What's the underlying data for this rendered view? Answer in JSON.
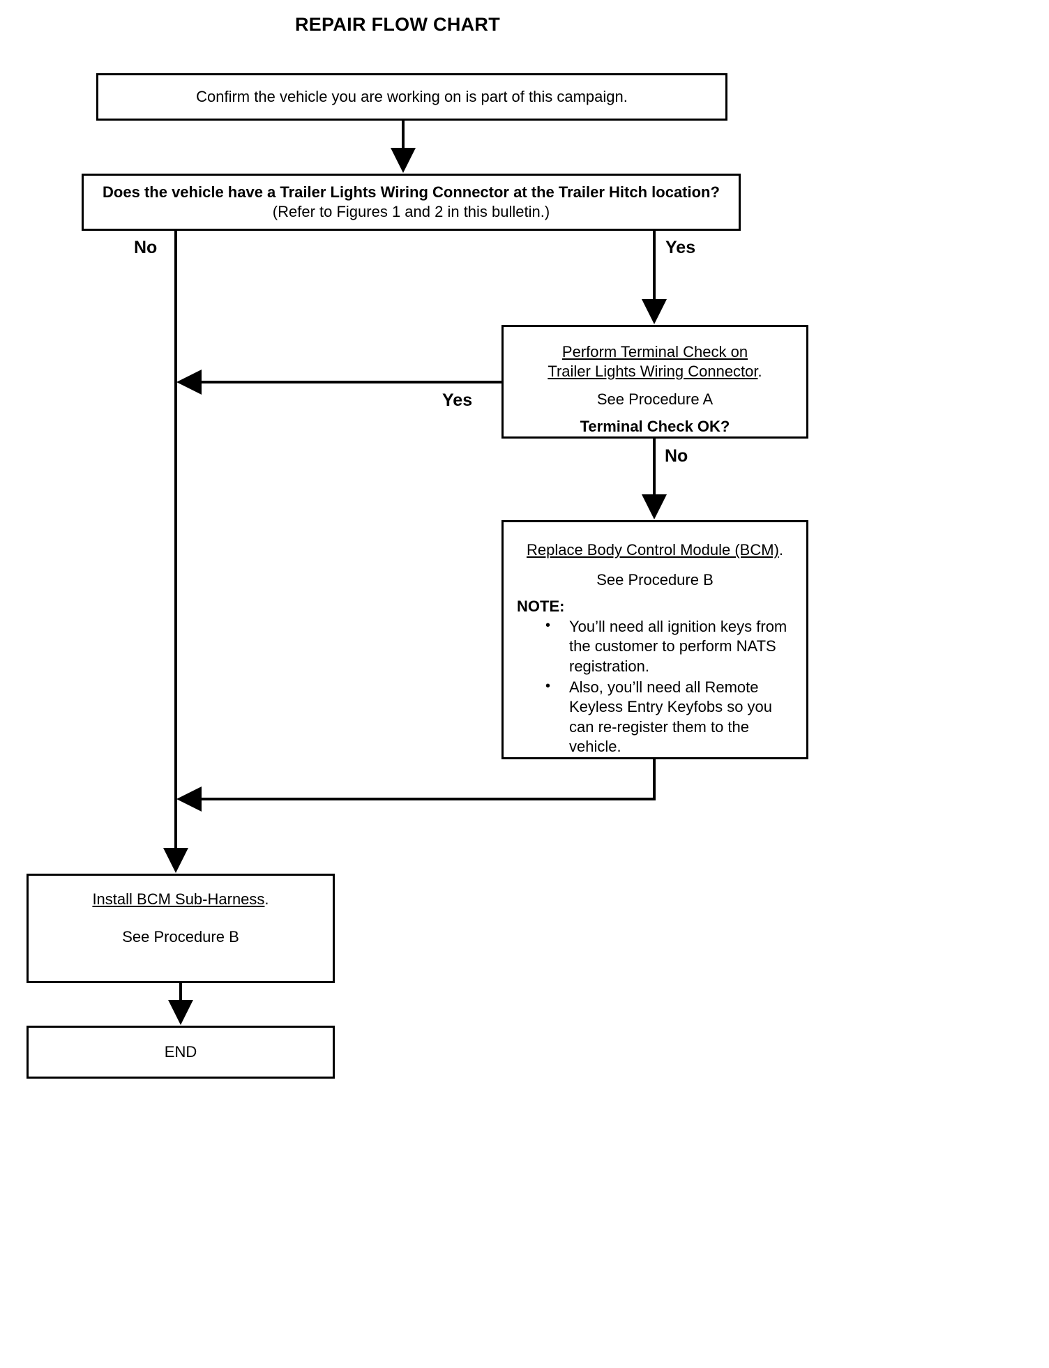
{
  "title": "REPAIR FLOW CHART",
  "nodes": {
    "confirm": {
      "text": "Confirm the vehicle you are working on is part of this campaign."
    },
    "question": {
      "line1": "Does the vehicle have a Trailer Lights Wiring Connector at the Trailer Hitch location?",
      "line2": "(Refer to Figures 1 and 2 in this bulletin.)"
    },
    "terminal_check": {
      "line1": "Perform Terminal Check on",
      "line2": "Trailer Lights Wiring Connector",
      "line2_tail": ".",
      "line3": "See Procedure A",
      "line4": "Terminal Check OK?"
    },
    "replace_bcm": {
      "line1": "Replace Body Control Module (BCM)",
      "line1_tail": ".",
      "line2": "See Procedure B",
      "note_label": "NOTE:",
      "bullets": [
        "You’ll need all ignition keys from the customer to perform NATS registration.",
        "Also, you’ll need all Remote Keyless Entry Keyfobs so you can re-register them to the vehicle."
      ]
    },
    "install_subharness": {
      "line1": "Install BCM Sub-Harness",
      "line1_tail": ".",
      "line2": "See Procedure B"
    },
    "end": {
      "text": "END"
    }
  },
  "branch_labels": {
    "question_no": "No",
    "question_yes": "Yes",
    "terminal_yes": "Yes",
    "terminal_no": "No"
  },
  "colors": {
    "stroke": "#000000",
    "background": "#ffffff"
  }
}
